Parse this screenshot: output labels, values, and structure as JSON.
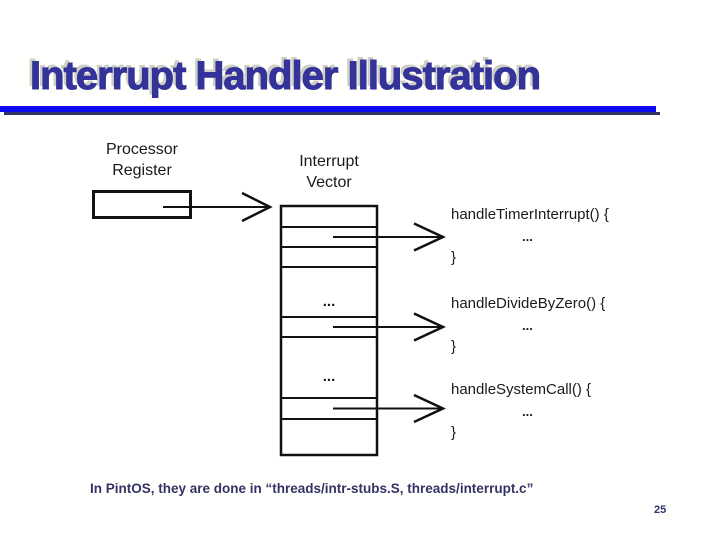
{
  "slide": {
    "title": "Interrupt Handler Illustration",
    "footnote": "In PintOS, they are done in “threads/intr-stubs.S, threads/interrupt.c”",
    "page_number": "25"
  },
  "diagram": {
    "processor_register_label": {
      "line1": "Processor",
      "line2": "Register"
    },
    "interrupt_vector_label": {
      "line1": "Interrupt",
      "line2": "Vector"
    },
    "vector_ellipses": [
      "...",
      "..."
    ],
    "handlers": [
      {
        "signature": "handleTimerInterrupt() {",
        "body": "...",
        "close": "}"
      },
      {
        "signature": "handleDivideByZero() {",
        "body": "...",
        "close": "}"
      },
      {
        "signature": "handleSystemCall() {",
        "body": "...",
        "close": "}"
      }
    ]
  },
  "colors": {
    "title": "#333399",
    "title-shadow": "#cfcfc6",
    "underline": "#0b0bee",
    "underline-shadow": "#333366",
    "footnote": "#333366",
    "ink": "#1a1a1a"
  }
}
